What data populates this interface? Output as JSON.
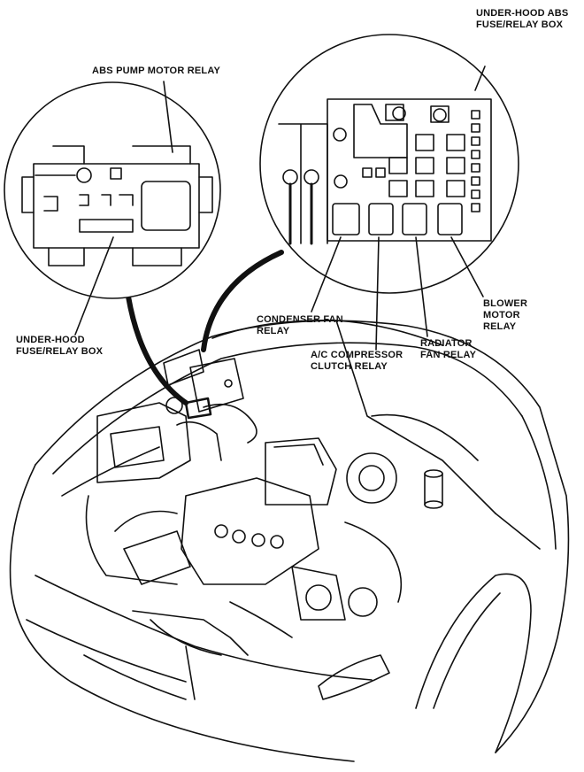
{
  "labels": {
    "abs_pump_motor_relay": "ABS PUMP MOTOR RELAY",
    "under_hood_abs_box": "UNDER-HOOD ABS\nFUSE/RELAY BOX",
    "under_hood_box": "UNDER-HOOD\nFUSE/RELAY BOX",
    "condenser_fan_relay": "CONDENSER FAN\nRELAY",
    "ac_compressor_clutch_relay": "A/C COMPRESSOR\nCLUTCH RELAY",
    "radiator_fan_relay": "RADIATOR\nFAN RELAY",
    "blower_motor_relay": "BLOWER\nMOTOR\nRELAY"
  },
  "colors": {
    "line": "#111111",
    "background": "#ffffff"
  }
}
